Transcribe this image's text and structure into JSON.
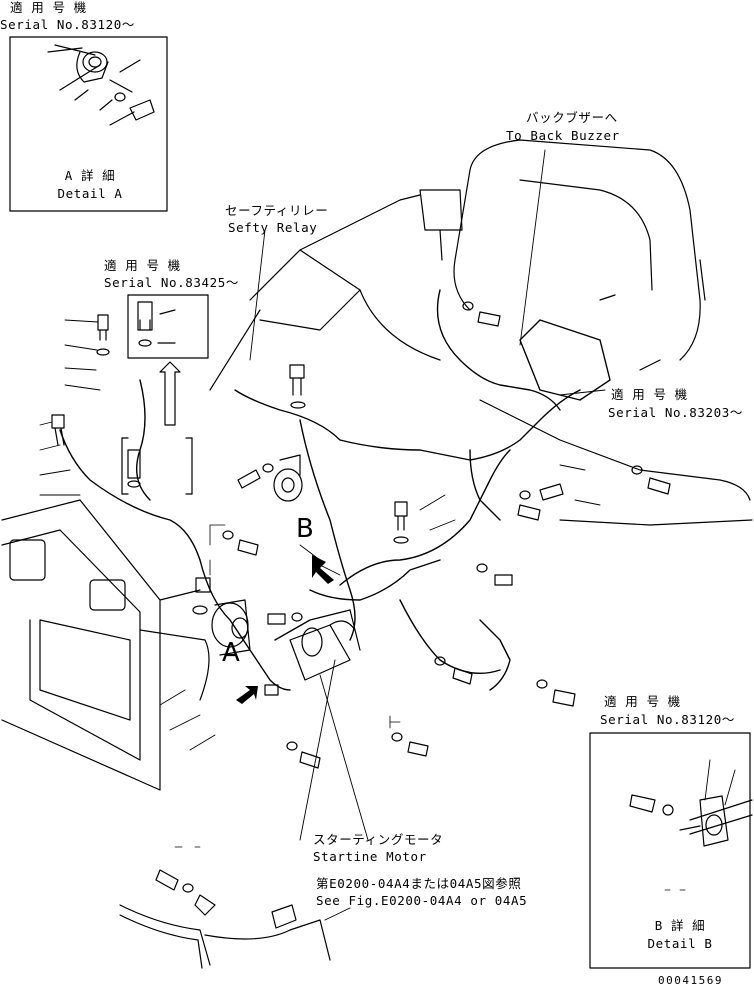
{
  "labels": {
    "serial_83120_top": {
      "jp": "適 用 号 機",
      "en": "Serial No.83120～"
    },
    "detail_a": {
      "jp": "A 詳 細",
      "en": "Detail A"
    },
    "serial_83425": {
      "jp": "適 用 号 機",
      "en": "Serial No.83425～"
    },
    "back_buzzer": {
      "jp": "バックブザーへ",
      "en": "To Back Buzzer"
    },
    "safety_relay": {
      "jp": "セーフティリレー",
      "en": "Sefty Relay"
    },
    "serial_83203": {
      "jp": "適 用 号 機",
      "en": "Serial No.83203～"
    },
    "serial_83120_right": {
      "jp": "適 用 号 機",
      "en": "Serial No.83120～"
    },
    "detail_b": {
      "jp": "B 詳 細",
      "en": "Detail B"
    },
    "starting_motor": {
      "jp": "スターティングモータ",
      "en": "Startine Motor"
    },
    "see_fig": {
      "jp": "第E0200-04A4または04A5図参照",
      "en": "See Fig.E0200-04A4 or 04A5"
    },
    "view_a": "A",
    "view_b": "B",
    "drawing_no": "00041569"
  },
  "colors": {
    "line": "#000000",
    "background": "#ffffff"
  }
}
